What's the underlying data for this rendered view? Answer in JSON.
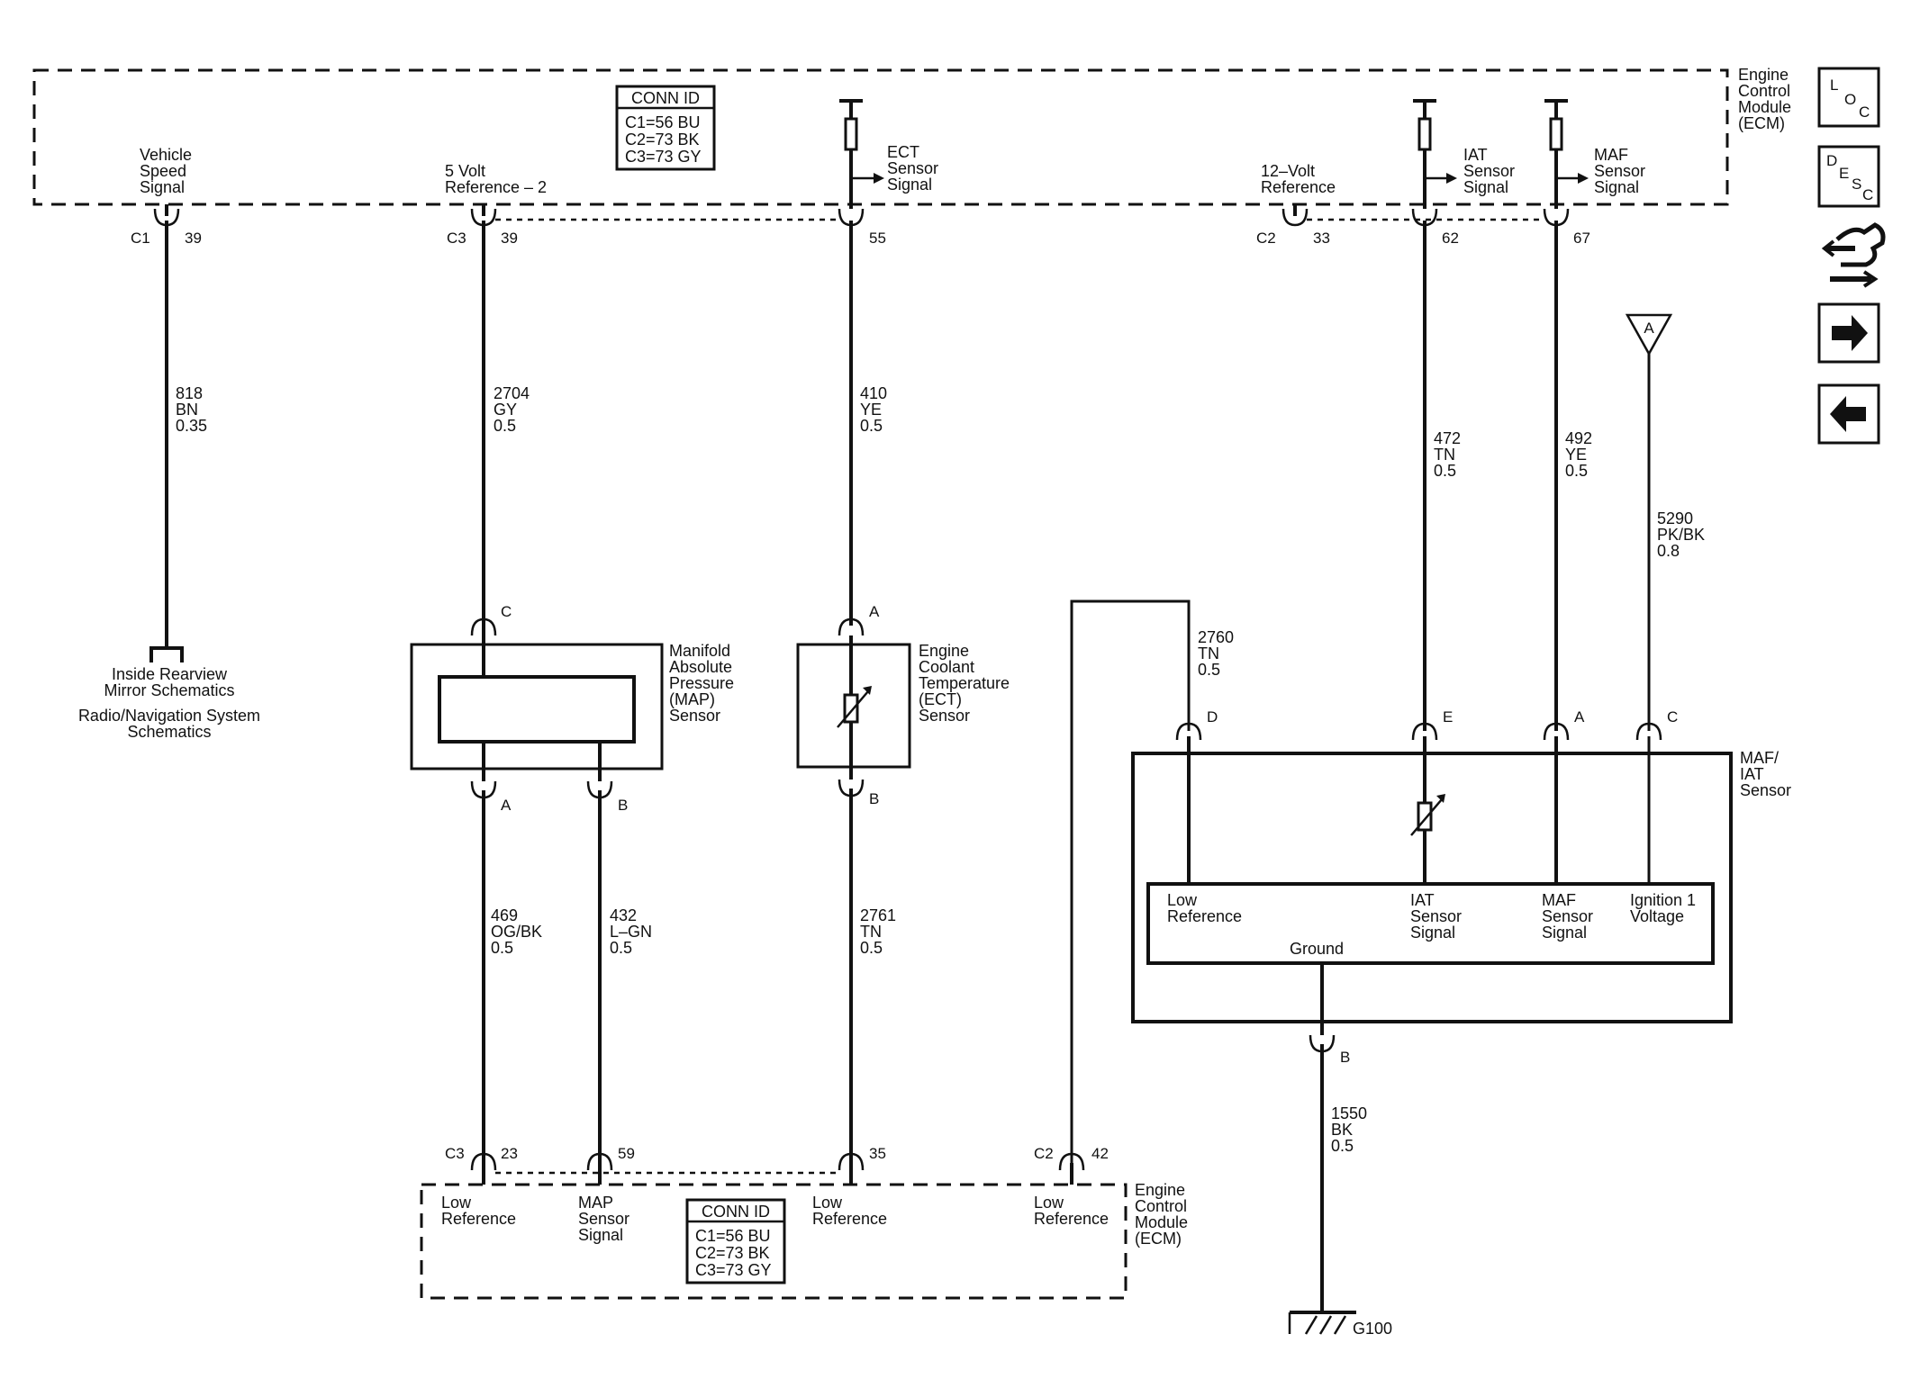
{
  "ecm_top": {
    "label": [
      "Engine",
      "Control",
      "Module",
      "(ECM)"
    ],
    "conn_id": {
      "title": "CONN ID",
      "lines": [
        "C1=56 BU",
        "C2=73 BK",
        "C3=73 GY"
      ]
    },
    "signals": {
      "vehicle_speed": [
        "Vehicle",
        "Speed",
        "Signal"
      ],
      "five_volt_ref": [
        "5 Volt",
        "Reference – 2"
      ],
      "ect_signal": [
        "ECT",
        "Sensor",
        "Signal"
      ],
      "twelve_volt_ref": [
        "12–Volt",
        "Reference"
      ],
      "iat_signal": [
        "IAT",
        "Sensor",
        "Signal"
      ],
      "maf_signal": [
        "MAF",
        "Sensor",
        "Signal"
      ]
    },
    "pins": {
      "vss": {
        "conn": "C1",
        "pin": "39"
      },
      "ref5": {
        "conn": "C3",
        "pin": "39"
      },
      "ect": {
        "pin": "55"
      },
      "ref12": {
        "conn": "C2",
        "pin": "33"
      },
      "iat": {
        "pin": "62"
      },
      "maf": {
        "pin": "67"
      }
    }
  },
  "wires": {
    "w818": [
      "818",
      "BN",
      "0.35"
    ],
    "w2704": [
      "2704",
      "GY",
      "0.5"
    ],
    "w410": [
      "410",
      "YE",
      "0.5"
    ],
    "w472": [
      "472",
      "TN",
      "0.5"
    ],
    "w492": [
      "492",
      "YE",
      "0.5"
    ],
    "w5290": [
      "5290",
      "PK/BK",
      "0.8"
    ],
    "w2760": [
      "2760",
      "TN",
      "0.5"
    ],
    "w469": [
      "469",
      "OG/BK",
      "0.5"
    ],
    "w432": [
      "432",
      "L–GN",
      "0.5"
    ],
    "w2761": [
      "2761",
      "TN",
      "0.5"
    ],
    "w1550": [
      "1550",
      "BK",
      "0.5"
    ]
  },
  "destinations": {
    "mirror": [
      "Inside Rearview",
      "Mirror Schematics"
    ],
    "radio": [
      "Radio/Navigation System",
      "Schematics"
    ],
    "offpage_a": "A"
  },
  "components": {
    "map": {
      "label": [
        "Manifold",
        "Absolute",
        "Pressure",
        "(MAP)",
        "Sensor"
      ],
      "pins": {
        "c": "C",
        "a": "A",
        "b": "B"
      }
    },
    "ect": {
      "label": [
        "Engine",
        "Coolant",
        "Temperature",
        "(ECT)",
        "Sensor"
      ],
      "pins": {
        "a": "A",
        "b": "B"
      }
    },
    "maf_iat": {
      "label": [
        "MAF/",
        "IAT",
        "Sensor"
      ],
      "pins": {
        "d": "D",
        "e": "E",
        "a": "A",
        "c": "C",
        "b": "B"
      },
      "inner": {
        "low_ref": [
          "Low",
          "Reference"
        ],
        "iat_sig": [
          "IAT",
          "Sensor",
          "Signal"
        ],
        "maf_sig": [
          "MAF",
          "Sensor",
          "Signal"
        ],
        "ign": [
          "Ignition 1",
          "Voltage"
        ],
        "ground": "Ground"
      }
    }
  },
  "ecm_bottom": {
    "label": [
      "Engine",
      "Control",
      "Module",
      "(ECM)"
    ],
    "conn_id": {
      "title": "CONN ID",
      "lines": [
        "C1=56 BU",
        "C2=73 BK",
        "C3=73 GY"
      ]
    },
    "signals": {
      "low_ref_1": [
        "Low",
        "Reference"
      ],
      "map_sig": [
        "MAP",
        "Sensor",
        "Signal"
      ],
      "low_ref_2": [
        "Low",
        "Reference"
      ],
      "low_ref_3": [
        "Low",
        "Reference"
      ]
    },
    "pins": {
      "p23": {
        "conn": "C3",
        "pin": "23"
      },
      "p59": {
        "pin": "59"
      },
      "p35": {
        "pin": "35"
      },
      "p42": {
        "conn": "C2",
        "pin": "42"
      }
    }
  },
  "ground": {
    "label": "G100"
  },
  "nav_icons": {
    "loc": [
      "L",
      "O",
      "C"
    ],
    "desc": [
      "D",
      "E",
      "S",
      "C"
    ],
    "items": [
      "loc-icon",
      "desc-icon",
      "wiring-harness-icon",
      "next-arrow-icon",
      "previous-arrow-icon"
    ]
  }
}
